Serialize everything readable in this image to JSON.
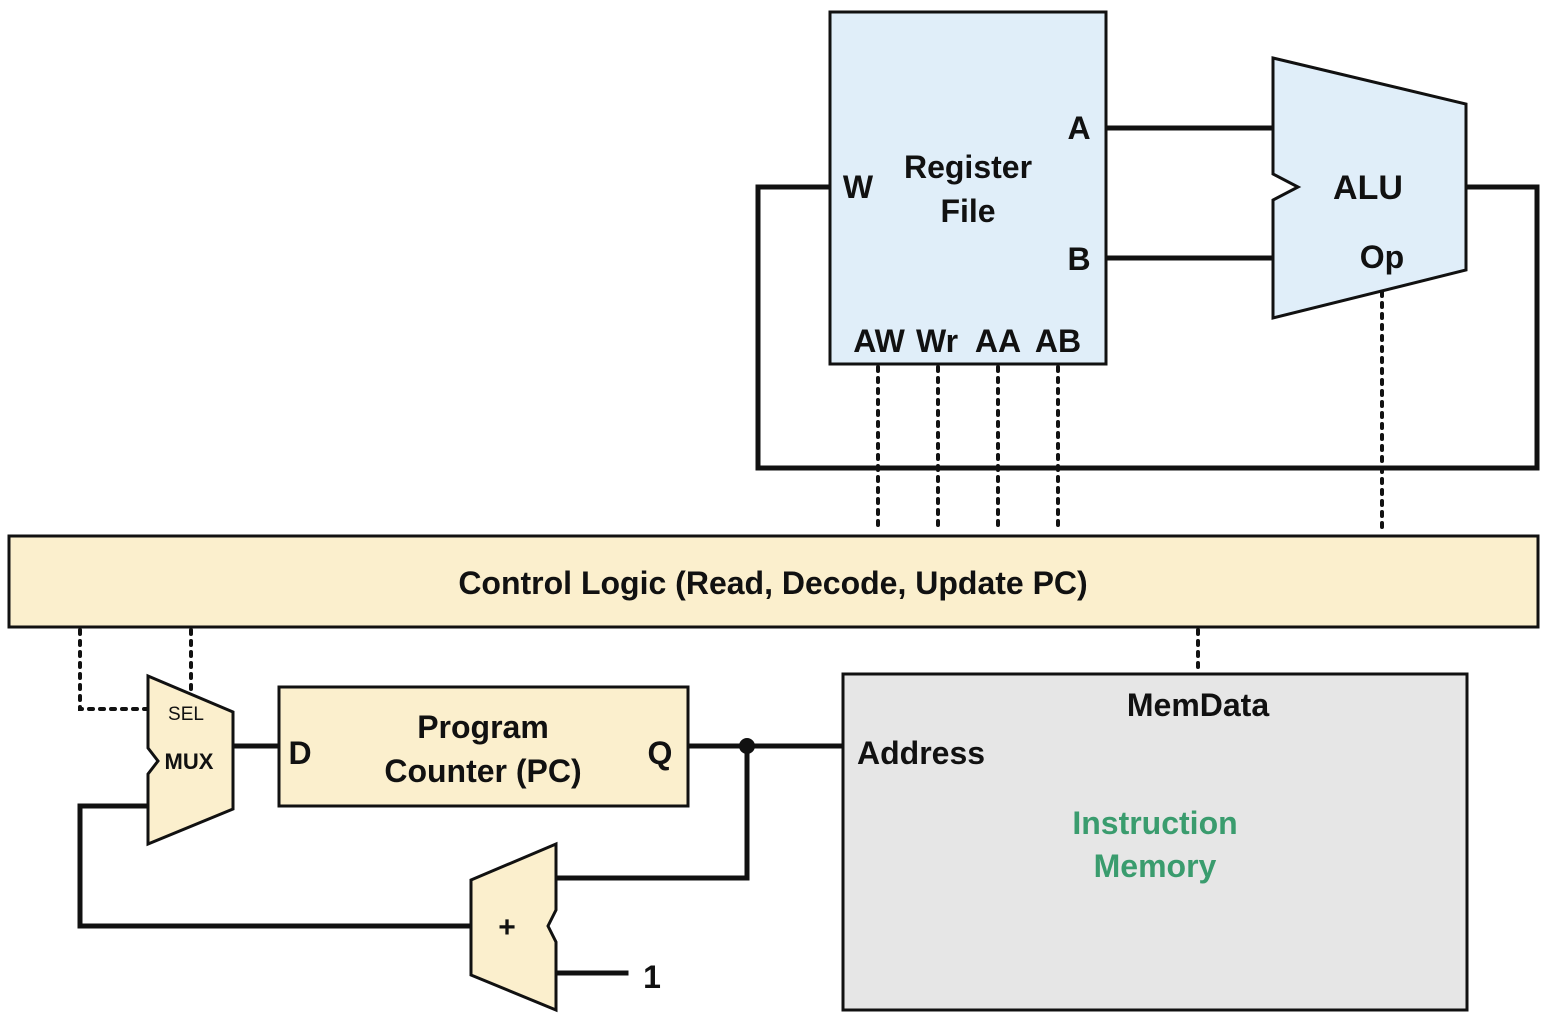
{
  "register_file": {
    "title_line1": "Register",
    "title_line2": "File",
    "port_w": "W",
    "port_a": "A",
    "port_b": "B",
    "port_aw": "AW",
    "port_wr": "Wr",
    "port_aa": "AA",
    "port_ab": "AB"
  },
  "alu": {
    "title": "ALU",
    "port_op": "Op"
  },
  "control_logic": {
    "title": "Control Logic (Read, Decode, Update PC)"
  },
  "mux": {
    "title": "MUX",
    "sel": "SEL"
  },
  "program_counter": {
    "title_line1": "Program",
    "title_line2": "Counter (PC)",
    "port_d": "D",
    "port_q": "Q"
  },
  "adder": {
    "symbol": "+",
    "constant": "1"
  },
  "instruction_memory": {
    "title_line1": "Instruction",
    "title_line2": "Memory",
    "port_address": "Address",
    "port_memdata": "MemData"
  },
  "colors": {
    "register_fill": "#e0eef9",
    "control_fill": "#fbefcd",
    "memory_fill": "#e6e6e6",
    "memory_text": "#3a9c6e",
    "wire": "#111111"
  }
}
